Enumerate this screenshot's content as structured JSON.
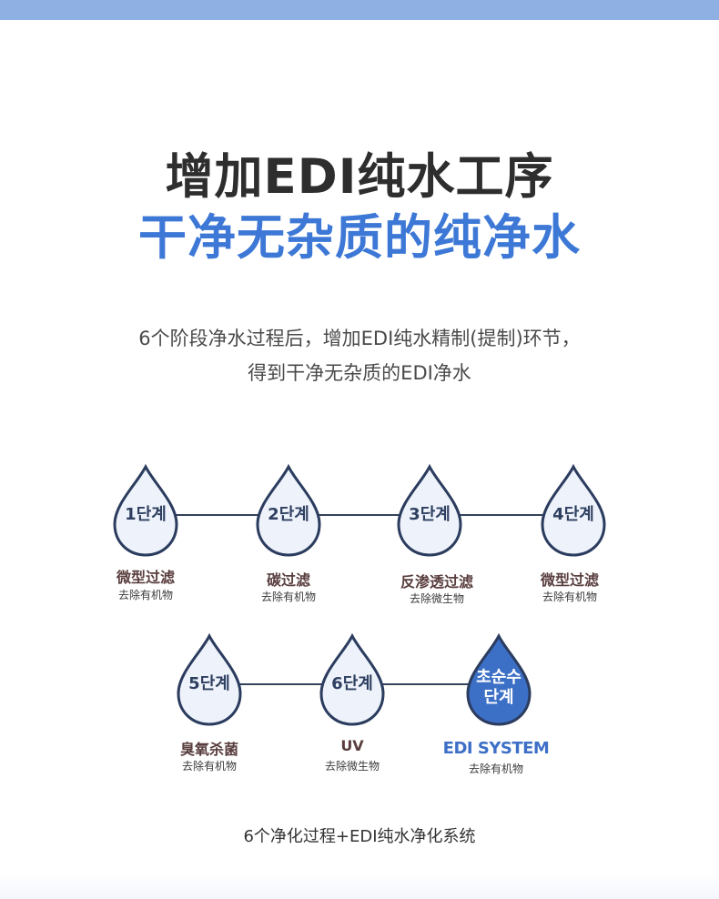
{
  "colors": {
    "top_bar": "#8fb0e3",
    "title_dark": "#2e2e2e",
    "title_blue": "#3d78d6",
    "drop_outline": "#2b3c5e",
    "drop_fill_light": "#eef3fb",
    "drop_fill_dark": "#3c6fc6",
    "step_name": "#5a3e3e",
    "edi_text": "#3d6fc7"
  },
  "header": {
    "title_line1": "增加EDI纯水工序",
    "title_line2": "干净无杂质的纯净水"
  },
  "description": {
    "line1": "6个阶段净水过程后，增加EDI纯水精制(提制)环节，",
    "line2": "得到干净无杂质的EDI净水"
  },
  "steps": [
    {
      "badge": "1단계",
      "name": "微型过滤",
      "sub": "去除有机物"
    },
    {
      "badge": "2단계",
      "name": "碳过滤",
      "sub": "去除有机物"
    },
    {
      "badge": "3단계",
      "name": "反渗透过滤",
      "sub": "去除微生物"
    },
    {
      "badge": "4단계",
      "name": "微型过滤",
      "sub": "去除有机物"
    },
    {
      "badge": "5단계",
      "name": "臭氧杀菌",
      "sub": "去除有机物"
    },
    {
      "badge": "6단계",
      "name": "UV",
      "sub": "去除微生物"
    },
    {
      "badge_line1": "초순수",
      "badge_line2": "단계",
      "name": "EDI SYSTEM",
      "sub": "去除有机物"
    }
  ],
  "footer": {
    "text": "6个净化过程+EDI纯水净化系统"
  }
}
